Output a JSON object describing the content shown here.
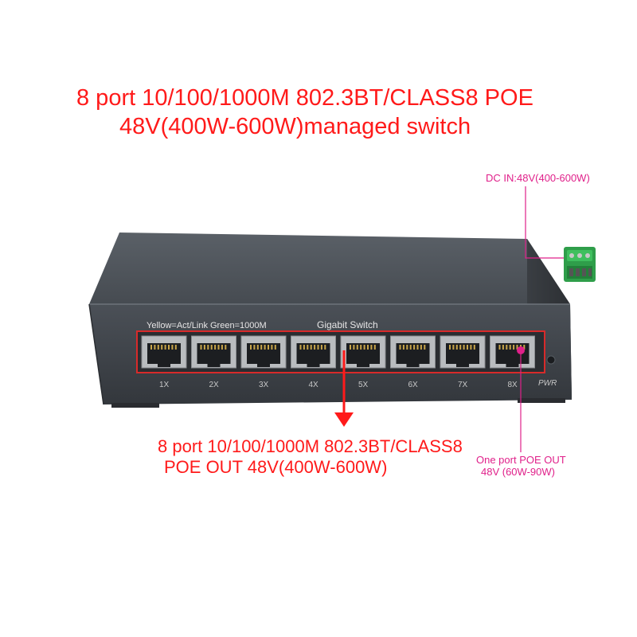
{
  "headline": {
    "line1": "8 port 10/100/1000M 802.3BT/CLASS8 POE",
    "line2": "48V(400W-600W)managed switch"
  },
  "dc_in": {
    "label": "DC IN:48V(400-600W)"
  },
  "front_panel": {
    "legend": "Yellow=Act/Link Green=1000M",
    "brand": "Gigabit Switch",
    "power_label": "PWR",
    "ports": [
      "1X",
      "2X",
      "3X",
      "4X",
      "5X",
      "6X",
      "7X",
      "8X"
    ]
  },
  "poe_out": {
    "line1": "8 port 10/100/1000M 802.3BT/CLASS8",
    "line2": "POE OUT 48V(400W-600W)"
  },
  "one_port": {
    "line1": "One port POE OUT",
    "line2": "48V (60W-90W)"
  },
  "colors": {
    "annotation_red": "#ff1a1a",
    "annotation_pink": "#e0208a",
    "device_body": "#3f444a",
    "terminal_green": "#2f9e4a"
  }
}
